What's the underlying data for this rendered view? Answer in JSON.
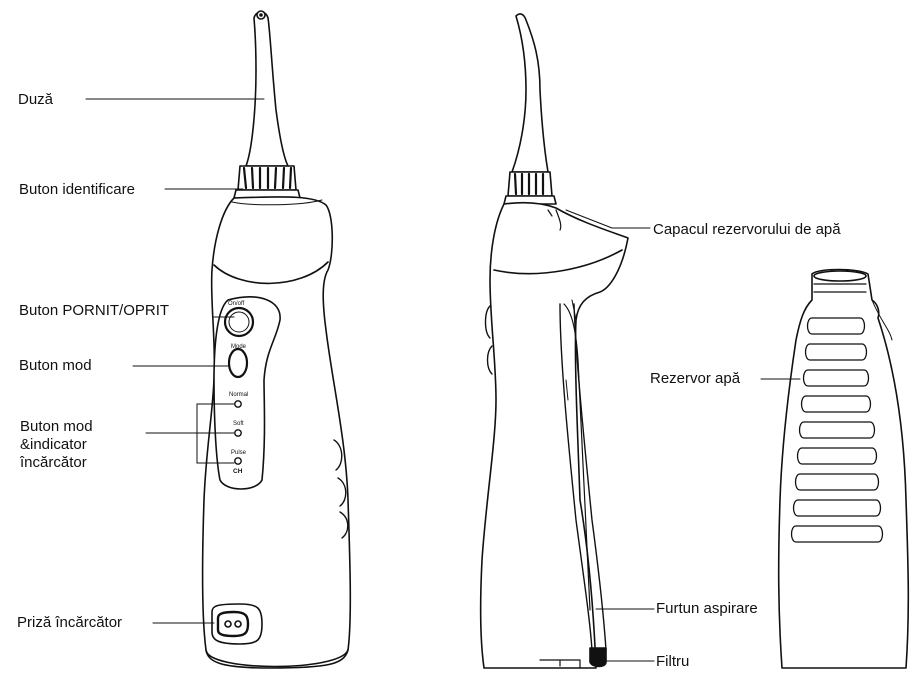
{
  "labels": {
    "duza": "Duză",
    "buton_identificare": "Buton identificare",
    "buton_pornit_oprit": "Buton PORNIT/OPRIT",
    "buton_mod": "Buton mod",
    "buton_mod_indicator": [
      "Buton mod",
      "&indicator",
      "încărcător"
    ],
    "priza_incarcator": "Priză încărcător",
    "capacul_rezervorului": "Capacul rezervorului de apă",
    "rezervor_apa": "Rezervor apă",
    "furtun_aspirare": "Furtun aspirare",
    "filtru": "Filtru"
  },
  "device_print": {
    "on_off": "On/off",
    "mode": "Mode",
    "normal": "Normal",
    "soft": "Soft",
    "pulse": "Pulse",
    "ch": "CH"
  },
  "colors": {
    "line": "#111111",
    "fill": "#ffffff"
  }
}
